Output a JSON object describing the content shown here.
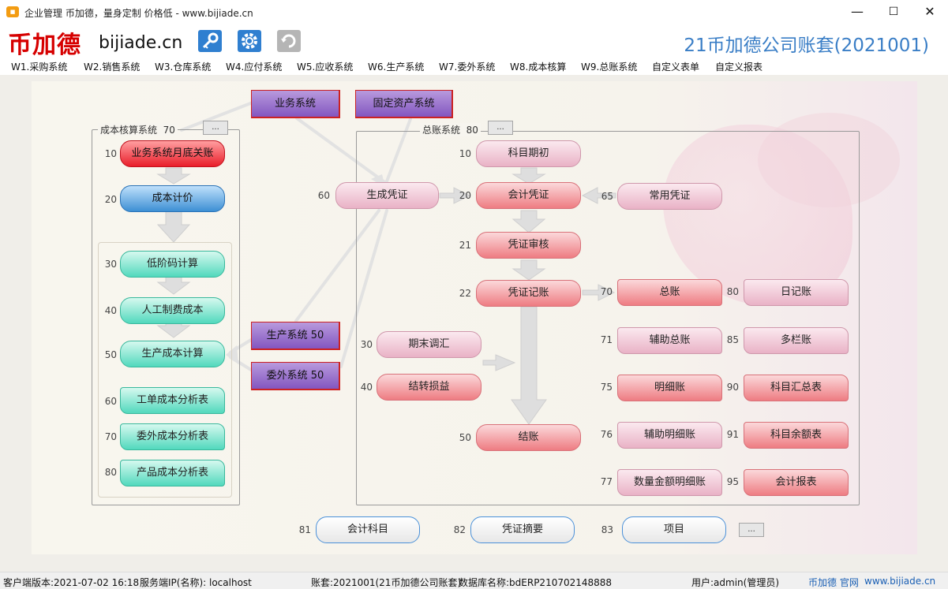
{
  "window": {
    "title": "企业管理 币加德，量身定制 价格低 - www.bijiade.cn",
    "min": "—",
    "max": "☐",
    "close": "✕"
  },
  "brand": {
    "logo_cn": "币加德",
    "logo_en": "bijiade.cn",
    "account_title": "21币加德公司账套(2021001)"
  },
  "toolbar": {
    "icons": [
      "key-icon",
      "gear-icon",
      "refresh-icon"
    ]
  },
  "menu": [
    "W1.采购系统",
    "W2.销售系统",
    "W3.仓库系统",
    "W4.应付系统",
    "W5.应收系统",
    "W6.生产系统",
    "W7.委外系统",
    "W8.成本核算",
    "W9.总账系统",
    "自定义表单",
    "自定义报表"
  ],
  "dots": "...",
  "cost": {
    "title": "成本核算系统",
    "code": "70",
    "items": [
      {
        "num": "10",
        "label": "业务系统月底关账"
      },
      {
        "num": "20",
        "label": "成本计价"
      },
      {
        "num": "30",
        "label": "低阶码计算"
      },
      {
        "num": "40",
        "label": "人工制费成本"
      },
      {
        "num": "50",
        "label": "生产成本计算"
      },
      {
        "num": "60",
        "label": "工单成本分析表"
      },
      {
        "num": "70",
        "label": "委外成本分析表"
      },
      {
        "num": "80",
        "label": "产品成本分析表"
      }
    ]
  },
  "sources": {
    "business": "业务系统",
    "fixed_assets": "固定资产系统",
    "production": "生产系统 50",
    "outsource": "委外系统 50"
  },
  "gen_voucher": {
    "num": "60",
    "label": "生成凭证"
  },
  "ledger": {
    "title": "总账系统",
    "code": "80",
    "items": [
      {
        "num": "10",
        "label": "科目期初"
      },
      {
        "num": "20",
        "label": "会计凭证"
      },
      {
        "num": "65",
        "label": "常用凭证"
      },
      {
        "num": "21",
        "label": "凭证审核"
      },
      {
        "num": "22",
        "label": "凭证记账"
      },
      {
        "num": "30",
        "label": "期末调汇"
      },
      {
        "num": "40",
        "label": "结转损益"
      },
      {
        "num": "50",
        "label": "结账"
      }
    ],
    "reports": [
      {
        "num": "70",
        "label": "总账"
      },
      {
        "num": "80",
        "label": "日记账"
      },
      {
        "num": "71",
        "label": "辅助总账"
      },
      {
        "num": "85",
        "label": "多栏账"
      },
      {
        "num": "75",
        "label": "明细账"
      },
      {
        "num": "90",
        "label": "科目汇总表"
      },
      {
        "num": "76",
        "label": "辅助明细账"
      },
      {
        "num": "91",
        "label": "科目余额表"
      },
      {
        "num": "77",
        "label": "数量金额明细账"
      },
      {
        "num": "95",
        "label": "会计报表"
      }
    ]
  },
  "bottom": [
    {
      "num": "81",
      "label": "会计科目"
    },
    {
      "num": "82",
      "label": "凭证摘要"
    },
    {
      "num": "83",
      "label": "项目"
    }
  ],
  "status": {
    "client": "客户端版本:2021-07-02 16:18",
    "server": "服务端IP(名称): localhost",
    "account": "账套:2021001(21币加德公司账套)",
    "db": "数据库名称:bdERP210702148888",
    "user": "用户:admin(管理员)",
    "site_label": "币加德 官网",
    "site": "www.bijiade.cn"
  },
  "colors": {
    "accent": "#3a7ec6",
    "logo": "#d60000"
  }
}
